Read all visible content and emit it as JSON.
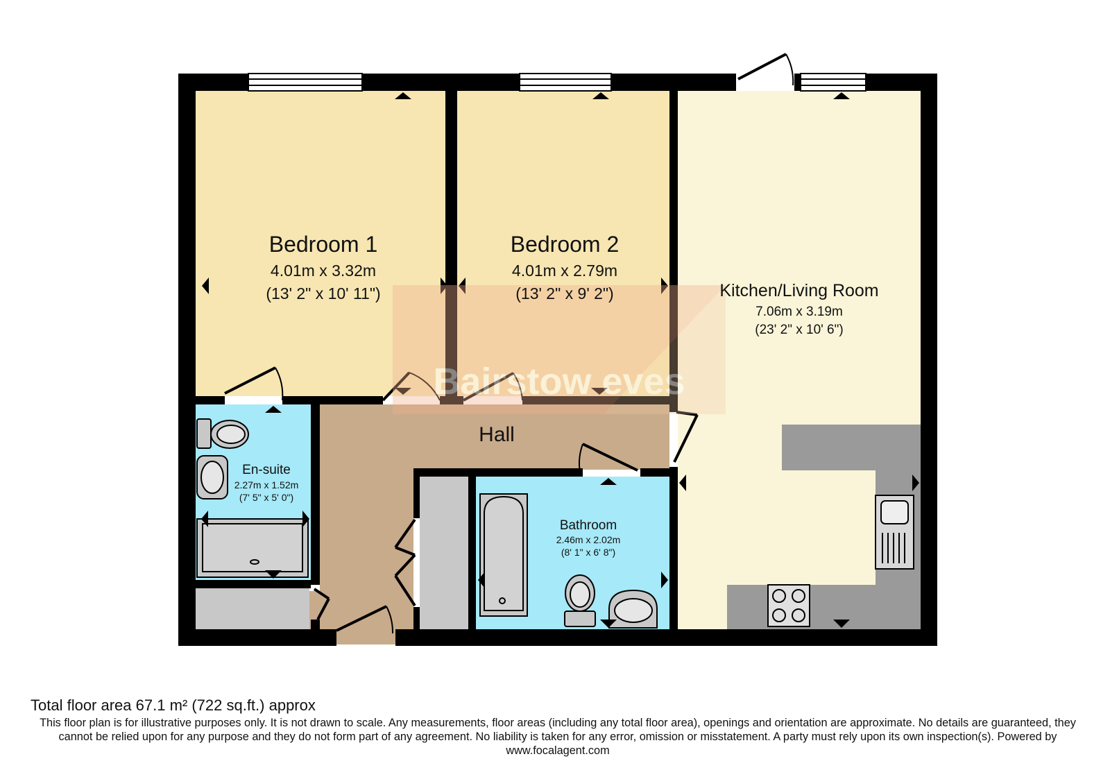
{
  "rooms": {
    "bedroom1": {
      "name": "Bedroom 1",
      "metric": "4.01m x 3.32m",
      "imperial": "(13' 2\" x 10' 11\")"
    },
    "bedroom2": {
      "name": "Bedroom 2",
      "metric": "4.01m x 2.79m",
      "imperial": "(13' 2\" x 9' 2\")"
    },
    "kitchen": {
      "name": "Kitchen/Living Room",
      "metric": "7.06m x 3.19m",
      "imperial": "(23' 2\" x 10' 6\")"
    },
    "hall": {
      "name": "Hall"
    },
    "ensuite": {
      "name": "En-suite",
      "metric": "2.27m x 1.52m",
      "imperial": "(7' 5\" x 5' 0\")"
    },
    "bathroom": {
      "name": "Bathroom",
      "metric": "2.46m x 2.02m",
      "imperial": "(8' 1\" x 6' 8\")"
    }
  },
  "watermark": "Bairstow eves",
  "colors": {
    "bedroom": "#f7e6b2",
    "kitchen": "#faf5d9",
    "hall": "#c8ab8b",
    "wet_room": "#a6e9f8",
    "wall": "#000000",
    "fixture": "#c8c8c8",
    "worktop": "#9a9a9a"
  },
  "footer": {
    "total_area": "Total floor area 67.1 m² (722 sq.ft.) approx",
    "disclaimer": "This floor plan is for illustrative purposes only. It is not drawn to scale. Any measurements, floor areas (including any total floor area), openings and orientation are approximate. No details are guaranteed, they cannot be relied upon for any purpose and they do not form part of any agreement. No liability is taken for any error, omission or misstatement. A party must rely upon its own inspection(s). Powered by www.focalagent.com"
  }
}
